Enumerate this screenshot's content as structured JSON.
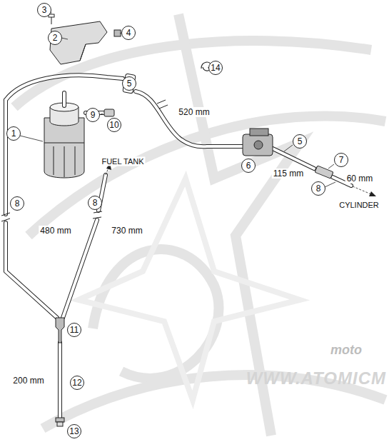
{
  "diagram": {
    "labels": [
      "3",
      "2",
      "4",
      "14",
      "5",
      "1",
      "9",
      "10",
      "520 mm",
      "FUEL TANK",
      "6",
      "5",
      "115 mm",
      "7",
      "60 mm",
      "8",
      "CYLINDER",
      "8",
      "8",
      "480 mm",
      "730 mm",
      "11",
      "200 mm",
      "12",
      "13",
      "moto",
      "WWW.ATOMICM"
    ]
  }
}
